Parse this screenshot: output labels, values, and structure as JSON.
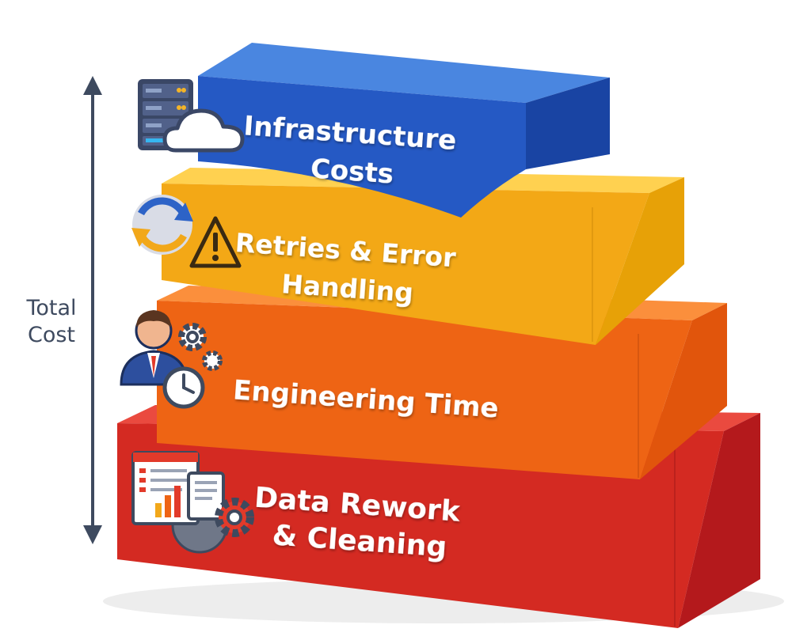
{
  "axis": {
    "label_line1": "Total",
    "label_line2": "Cost"
  },
  "layers": [
    {
      "line1": "Infrastructure",
      "line2": "Costs",
      "icon": "server-cloud-icon",
      "colors": {
        "front": "#2559c4",
        "top": "#4a86e0",
        "side": "#1944a3"
      }
    },
    {
      "line1": "Retries & Error",
      "line2": "Handling",
      "icon": "retry-warning-icon",
      "colors": {
        "front": "#f3a816",
        "top": "#ffd150",
        "side": "#e7a107"
      }
    },
    {
      "line1": "Engineering Time",
      "line2": "",
      "icon": "engineer-gear-clock-icon",
      "colors": {
        "front": "#ee6414",
        "top": "#fb8f3c",
        "side": "#e1550c"
      }
    },
    {
      "line1": "Data Rework",
      "line2": "& Cleaning",
      "icon": "report-chart-gear-icon",
      "colors": {
        "front": "#d42a22",
        "top": "#ea4a3f",
        "side": "#b4191c"
      }
    }
  ]
}
